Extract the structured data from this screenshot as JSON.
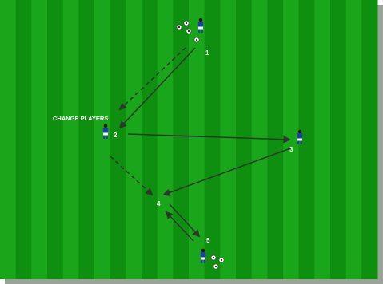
{
  "colors": {
    "grass_dark": "#0f8f0f",
    "grass_light": "#1aa61a",
    "arrow": "#2a3a2a",
    "player_kit": "#1a3f9e",
    "shadow": "#9aa29a"
  },
  "labels": {
    "change_players": "CHANGE PLAYERS",
    "p1": "1",
    "p2": "2",
    "p3": "3",
    "p4": "4",
    "p5": "5"
  },
  "icons": {
    "player": "player-icon",
    "ball": "soccer-ball-icon"
  }
}
